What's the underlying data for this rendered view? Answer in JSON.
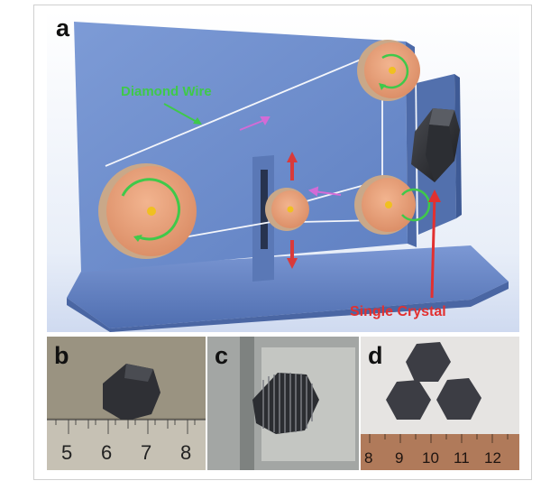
{
  "panels": {
    "a": {
      "label": "a",
      "annotations": {
        "wire": "Diamond Wire",
        "crystal": "Single Crystal"
      }
    },
    "b": {
      "label": "b",
      "ruler_ticks": [
        "5",
        "6",
        "7",
        "8"
      ]
    },
    "c": {
      "label": "c"
    },
    "d": {
      "label": "d",
      "ruler_ticks": [
        "8",
        "9",
        "10",
        "11",
        "12"
      ]
    }
  },
  "colors": {
    "plate": "#6f8fcf",
    "pulley_face": "#e8a07c",
    "pulley_edge": "#c9a889",
    "hub": "#f0c020",
    "arc": "#3fc94a",
    "wire_label": "#3fc94a",
    "crystal_label": "#e23030",
    "arrow": "#d93a3a",
    "motion_arrow": "#d36bd6",
    "crystal": "#2a2b2e"
  },
  "icons": {
    "pulleys": "pulley-icon",
    "crystal": "hexagonal-crystal-icon",
    "direction": "arrow-icon"
  }
}
